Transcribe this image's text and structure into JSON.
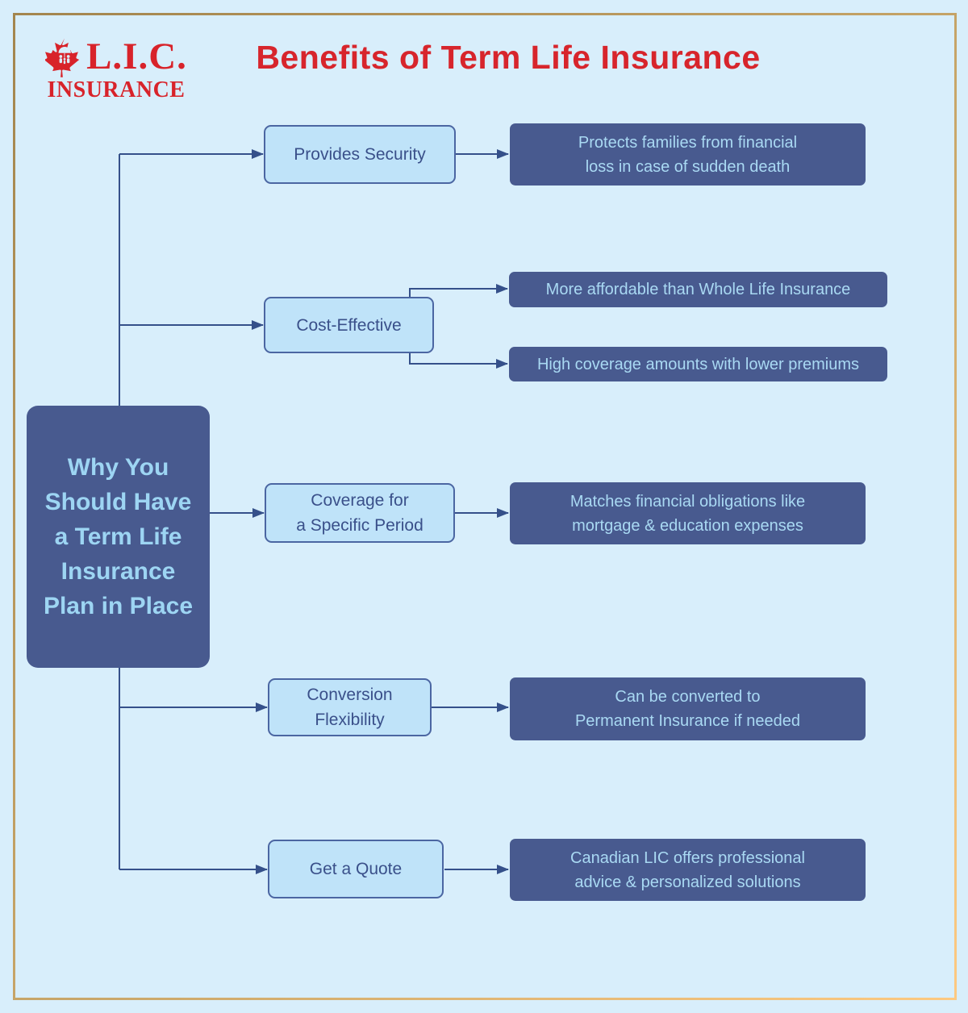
{
  "colors": {
    "background": "#d8eefb",
    "accent_red": "#d7252c",
    "dark_box": "#485a8f",
    "dark_box_text": "#a9d9f3",
    "light_box_fill": "#bfe3f9",
    "light_box_border": "#4b66a2",
    "light_box_text": "#3a508a",
    "connector": "#35508a",
    "frame_gradient_start": "#a3854e",
    "frame_gradient_end": "#fdc981"
  },
  "logo": {
    "acronym": "L.I.C.",
    "name": "INSURANCE",
    "icon": "maple-leaf-family-icon"
  },
  "header": {
    "title": "Benefits of Term Life Insurance"
  },
  "root": {
    "label": "Why You\nShould Have\na Term Life\nInsurance\nPlan in Place"
  },
  "rows": [
    {
      "topic": "Provides Security",
      "benefits": [
        "Protects families from financial\nloss in case of sudden death"
      ]
    },
    {
      "topic": "Cost-Effective",
      "benefits": [
        "More affordable than Whole Life Insurance",
        "High coverage amounts with lower premiums"
      ]
    },
    {
      "topic": "Coverage for\na Specific Period",
      "benefits": [
        "Matches financial obligations like\nmortgage & education expenses"
      ]
    },
    {
      "topic": "Conversion\nFlexibility",
      "benefits": [
        "Can be converted to\nPermanent Insurance if needed"
      ]
    },
    {
      "topic": "Get a Quote",
      "benefits": [
        "Canadian LIC offers professional\nadvice & personalized solutions"
      ]
    }
  ]
}
